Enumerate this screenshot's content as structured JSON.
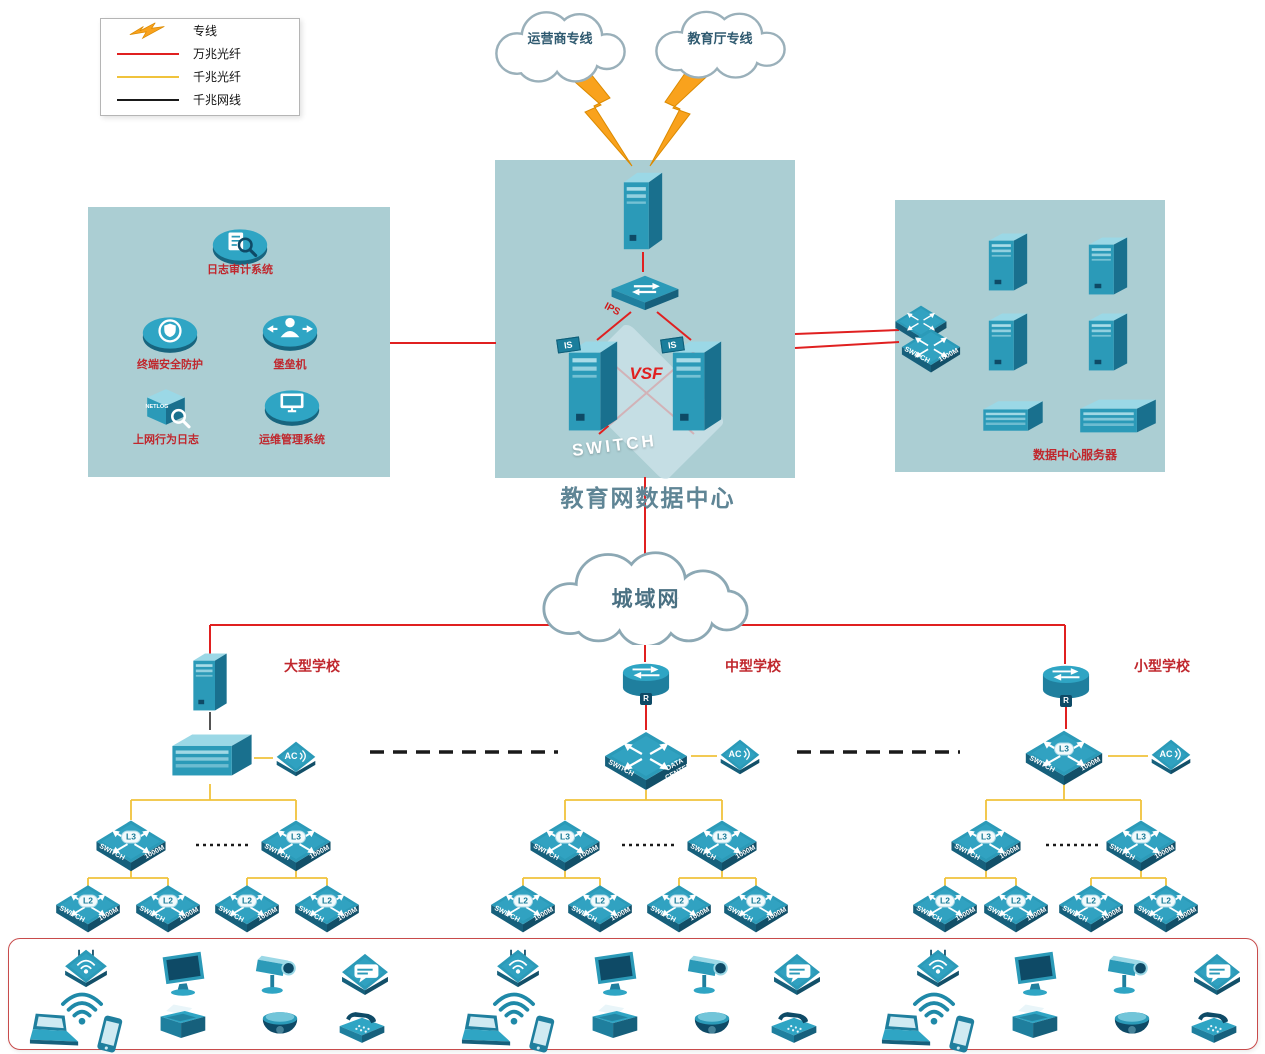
{
  "legend": {
    "items": [
      {
        "label": "专线",
        "type": "lightning",
        "color": "#f9a21d"
      },
      {
        "label": "万兆光纤",
        "type": "line",
        "color": "#e02020"
      },
      {
        "label": "千兆光纤",
        "type": "line",
        "color": "#f0c33c"
      },
      {
        "label": "千兆网线",
        "type": "line",
        "color": "#1a1a1a"
      }
    ]
  },
  "clouds": {
    "carrier": "运营商专线",
    "edu": "教育厅专线",
    "man": "城域网"
  },
  "data_center": {
    "title": "教育网数据中心",
    "vsf": "VSF",
    "switch_text": "SWITCH",
    "ips": "IPS",
    "server_flag": "IS"
  },
  "left_box": {
    "items": [
      {
        "label": "日志审计系统"
      },
      {
        "label": "终端安全防护"
      },
      {
        "label": "堡垒机"
      },
      {
        "label": "上网行为日志",
        "badge": "NETLOG"
      },
      {
        "label": "运维管理系统"
      }
    ]
  },
  "right_box": {
    "servers_label": "数据中心服务器"
  },
  "schools": {
    "large": {
      "label": "大型学校"
    },
    "medium": {
      "label": "中型学校"
    },
    "small": {
      "label": "小型学校"
    }
  },
  "device_labels": {
    "l3": "L3",
    "l2": "L2",
    "switch": "SWITCH",
    "m1000": "1000M",
    "data_center": "DATA CENTER",
    "ac": "AC",
    "r": "R"
  }
}
